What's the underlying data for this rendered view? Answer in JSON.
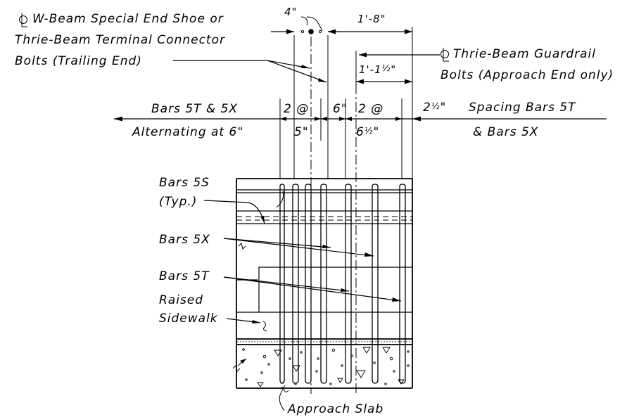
{
  "labels": {
    "cl_wbeam_line1": "W-Beam Special End Shoe or",
    "cl_wbeam_line2": "Thrie-Beam Terminal Connector",
    "cl_wbeam_line3": "Bolts (Trailing End)",
    "cl_thrie_line1": "Thrie-Beam Guardrail",
    "cl_thrie_line2": "Bolts (Approach End only)",
    "bars_5s_line1": "Bars 5S",
    "bars_5s_line2": "(Typ.)",
    "bars_5x": "Bars 5X",
    "bars_5t": "Bars 5T",
    "raised_line1": "Raised",
    "raised_line2": "Sidewalk",
    "approach_slab": "Approach Slab",
    "left_spacing_top": "Bars 5T & 5X",
    "left_spacing_bottom": "Alternating at 6\"",
    "right_spacing_top": "Spacing Bars 5T",
    "right_spacing_bottom": "& Bars 5X"
  },
  "dimensions": {
    "d_4in": "4\"",
    "d_1ft8in": "1'-8\"",
    "d_1ft1half_main": "1'-1",
    "d_1ft1half_frac": "½",
    "d_1ft1half_unit": "\"",
    "d_2at_left": "2 @",
    "d_5in": "5\"",
    "d_6in": "6\"",
    "d_2at_right": "2 @",
    "d_6half_main": "6",
    "d_6half_frac": "½",
    "d_6half_unit": "\"",
    "d_2half_main": "2",
    "d_2half_frac": "½",
    "d_2half_unit": "\""
  },
  "symbols": {
    "centerline": "centerline-symbol",
    "colors": {
      "ink": "#000000",
      "background": "#ffffff"
    }
  }
}
